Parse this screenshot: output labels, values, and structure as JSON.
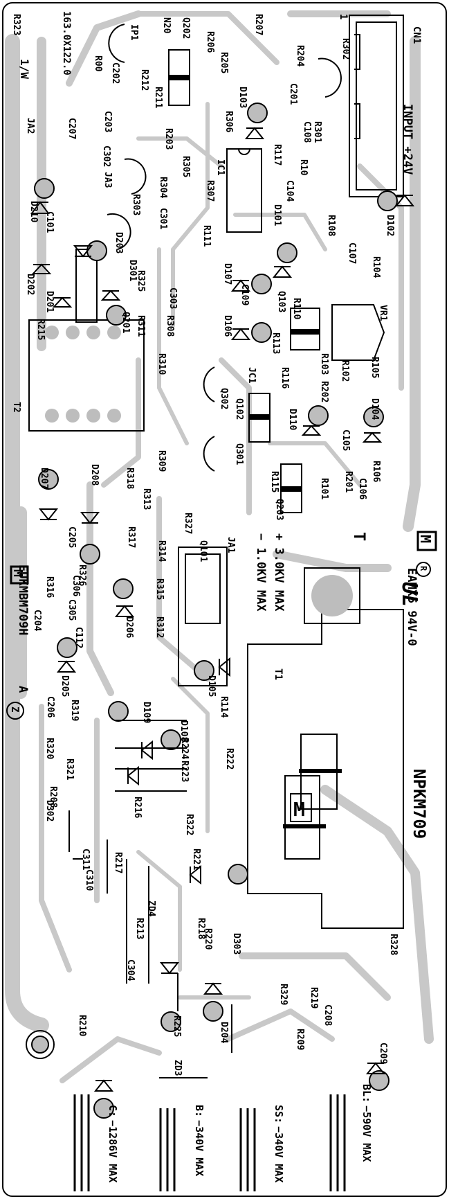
{
  "board": {
    "title": "NPKM709",
    "part_code": "EUKMBM709H",
    "material": "EAMX5 94V-0",
    "test_voltages": [
      "+ 3.0KV MAX",
      "− 1.0KV MAX"
    ],
    "test_terminal": "T",
    "transformer_label": "T1",
    "input_label": "INPUT +24V",
    "connector_label": "CN1",
    "connector_pin_one": "1",
    "side_text_1": "163.0X122.0",
    "side_text_2": "1/W",
    "revision": "A",
    "revision_mark": "Z",
    "logo_letter": "M",
    "registered_mark": "R",
    "ul_mark": "UL",
    "outputs": [
      {
        "name": "C:",
        "voltage": "−1286V MAX"
      },
      {
        "name": "B:",
        "voltage": "−340V MAX"
      },
      {
        "name": "SS:",
        "voltage": "−340V MAX"
      },
      {
        "name": "BL:",
        "voltage": "−590V MAX"
      }
    ]
  },
  "components": [
    "R302",
    "R204",
    "R207",
    "R206",
    "Q202",
    "N20",
    "IP1",
    "R00",
    "C202",
    "R212",
    "R205",
    "R211",
    "C201",
    "D103",
    "R306",
    "C108",
    "R301",
    "R203",
    "C203",
    "C207",
    "JA2",
    "C302",
    "R305",
    "IC1",
    "R117",
    "R10",
    "JA3",
    "D210",
    "R304",
    "R307",
    "C301",
    "R303",
    "C104",
    "D101",
    "R108",
    "D102",
    "C101",
    "D203",
    "D301",
    "R111",
    "C107",
    "R104",
    "D202",
    "D201",
    "Q201",
    "R325",
    "C303",
    "D107",
    "C109",
    "R110",
    "VR1",
    "R308",
    "D106",
    "Q103",
    "R215",
    "R311",
    "R113",
    "R103",
    "R102",
    "R105",
    "JC1",
    "R310",
    "Q302",
    "R116",
    "R202",
    "T2",
    "Q102",
    "D110",
    "D104",
    "Q301",
    "C105",
    "D207",
    "D208",
    "R318",
    "R313",
    "R309",
    "R115",
    "R106",
    "R327",
    "R101",
    "R201",
    "C106",
    "Q203",
    "C205",
    "R317",
    "R314",
    "Q101",
    "JA1",
    "R326",
    "R316",
    "C306",
    "R315",
    "C305",
    "D206",
    "C204",
    "D105",
    "R312",
    "C112",
    "D205",
    "C206",
    "D109",
    "R114",
    "D108",
    "R319",
    "R224",
    "R320",
    "R223",
    "R321",
    "R222",
    "R208",
    "R216",
    "R322",
    "D302",
    "R221",
    "C311",
    "R217",
    "R218",
    "C310",
    "R213",
    "ZD4",
    "R220",
    "D303",
    "R328",
    "R225",
    "C304",
    "R219",
    "R210",
    "D204",
    "R329",
    "C208",
    "R209",
    "C209",
    "ZD3",
    "R323"
  ]
}
